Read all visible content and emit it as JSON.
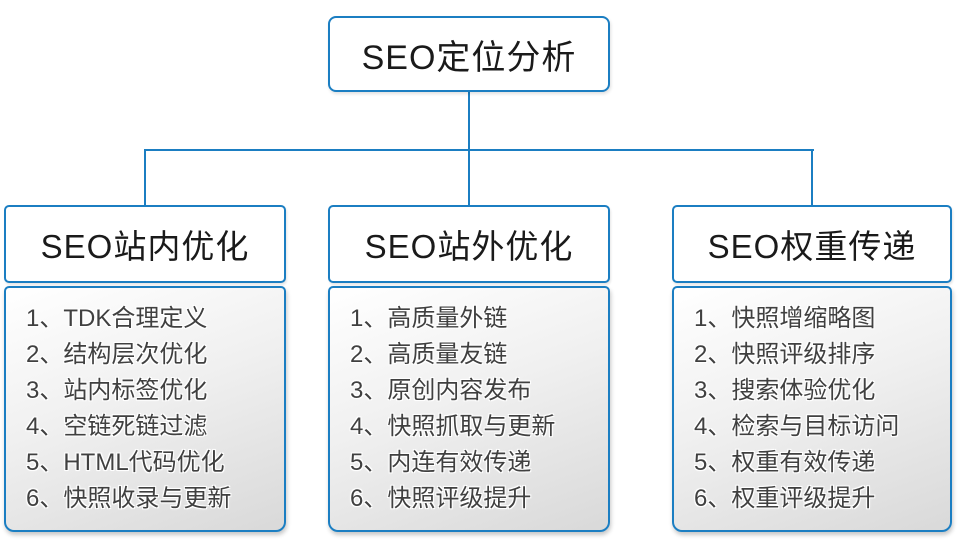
{
  "root": {
    "title": "SEO定位分析"
  },
  "columns": [
    {
      "title": "SEO站内优化",
      "items": [
        "1、TDK合理定义",
        "2、结构层次优化",
        "3、站内标签优化",
        "4、空链死链过滤",
        "5、HTML代码优化",
        "6、快照收录与更新"
      ]
    },
    {
      "title": "SEO站外优化",
      "items": [
        "1、高质量外链",
        "2、高质量友链",
        "3、原创内容发布",
        "4、快照抓取与更新",
        "5、内连有效传递",
        "6、快照评级提升"
      ]
    },
    {
      "title": "SEO权重传递",
      "items": [
        "1、快照增缩略图",
        "2、快照评级排序",
        "3、搜索体验优化",
        "4、检索与目标访问",
        "5、权重有效传递",
        "6、权重评级提升"
      ]
    }
  ],
  "colors": {
    "accent_border": "#1b7ec2",
    "connector": "#1b7ec2",
    "title_text": "#1a1a1a",
    "list_text": "#404040",
    "body_gradient_top": "#ffffff",
    "body_gradient_bottom": "#d9d9d9"
  }
}
